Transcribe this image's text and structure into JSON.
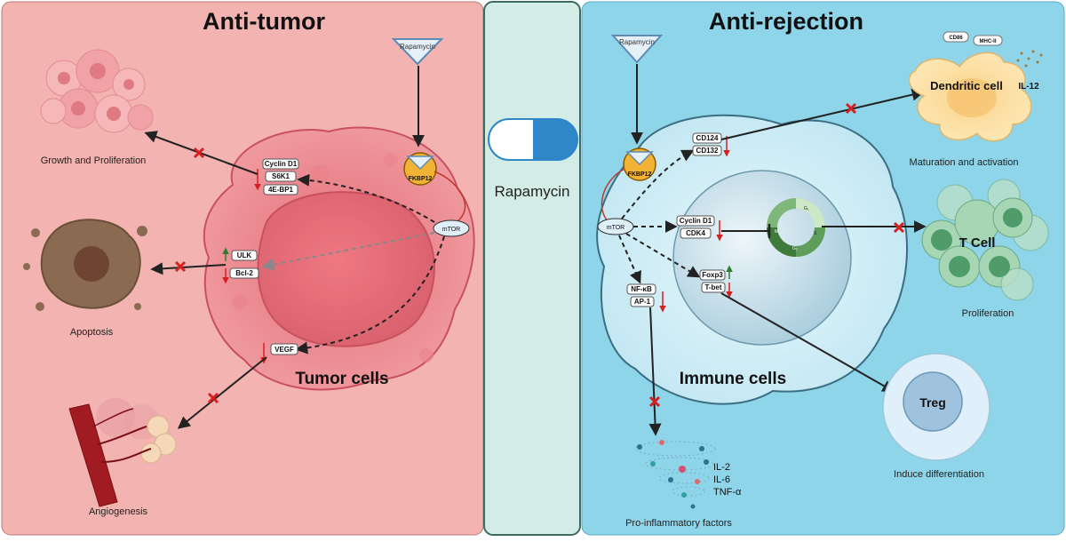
{
  "panels": {
    "left_title": "Anti-tumor",
    "right_title": "Anti-rejection"
  },
  "center": {
    "label": "Rapamycin"
  },
  "left": {
    "drug": "Rapamycin",
    "fkbp": "FKBP12",
    "mtor": "mTOR",
    "targets": {
      "cyclin": "Cyclin D1",
      "s6k1": "S6K1",
      "ebp1": "4E-BP1",
      "ulk": "ULK",
      "bcl2": "Bcl-2",
      "vegf": "VEGF"
    },
    "cell_label": "Tumor cells",
    "captions": {
      "growth": "Growth and Proliferation",
      "apoptosis": "Apoptosis",
      "angiogenesis": "Angiogenesis"
    }
  },
  "right": {
    "drug": "Rapamycin",
    "fkbp": "FKBP12",
    "mtor": "mTOR",
    "targets": {
      "cd124": "CD124",
      "cd132": "CD132",
      "cyclin": "Cyclin D1",
      "cdk4": "CDK4",
      "foxp3": "Foxp3",
      "tbet": "T-bet",
      "nfkb": "NF-κB",
      "ap1": "AP-1"
    },
    "cell_label": "Immune cells",
    "dendritic": {
      "label": "Dendritic cell",
      "cd86": "CD86",
      "mhc": "MHC-II",
      "il12": "IL-12",
      "caption": "Maturation and activation"
    },
    "tcell": {
      "label": "T Cell",
      "caption": "Proliferation"
    },
    "treg": {
      "label": "Treg",
      "caption": "Induce differentiation"
    },
    "cytokines": [
      "IL-2",
      "IL-6",
      "TNF-α"
    ],
    "cytokine_caption": "Pro-inflammatory factors",
    "cycle_phases": [
      "G₁",
      "S",
      "G₂",
      "M"
    ]
  },
  "colors": {
    "left_bg": "#f2b3b1",
    "center_bg": "#d3ede6",
    "right_bg": "#8fd5ea",
    "inhibit_mark": "#d81f1f",
    "up_arrow": "#2e7d32",
    "down_arrow": "#d81f1f",
    "fkbp": "#f2b233"
  }
}
